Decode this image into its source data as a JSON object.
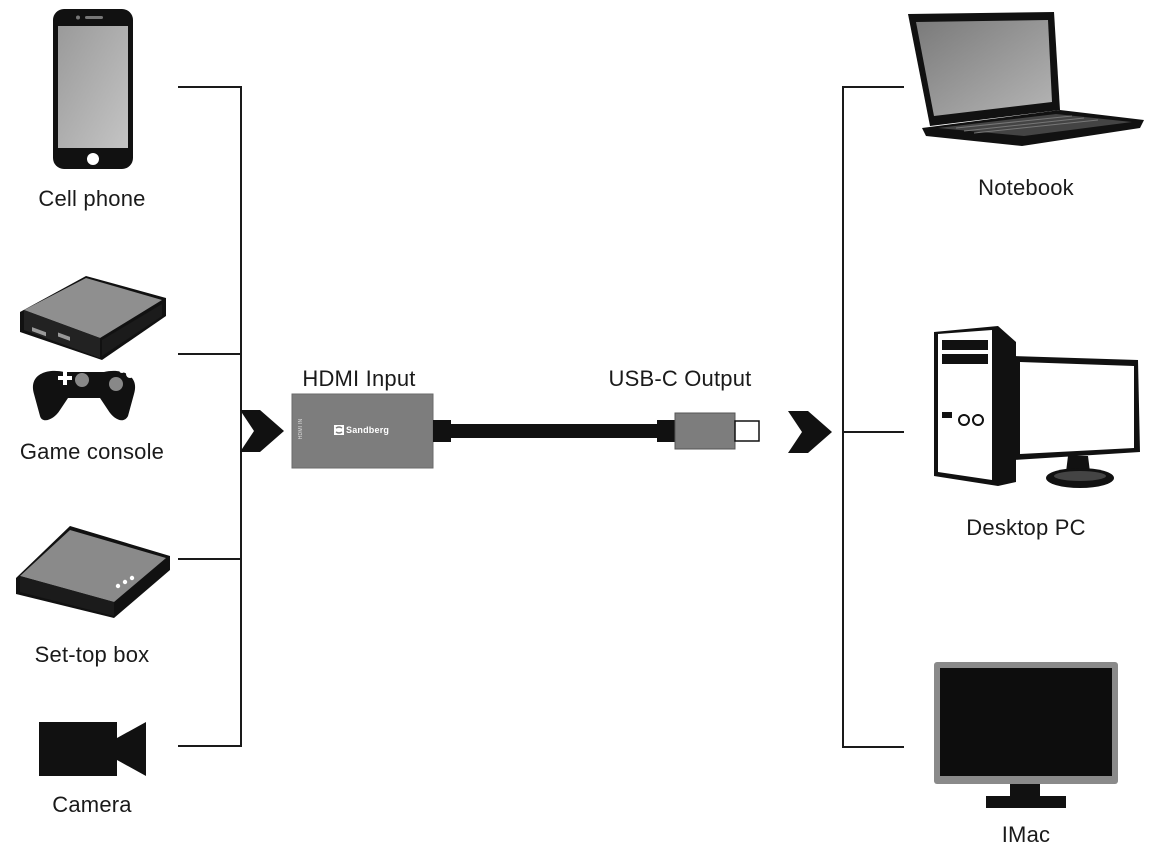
{
  "sources": [
    {
      "label": "Cell phone",
      "icon": "cell-phone-icon"
    },
    {
      "label": "Game console",
      "icon": "game-console-icon"
    },
    {
      "label": "Set-top box",
      "icon": "set-top-box-icon"
    },
    {
      "label": "Camera",
      "icon": "camera-icon"
    }
  ],
  "adapter": {
    "input_label": "HDMI Input",
    "output_label": "USB-C Output",
    "brand": "Sandberg",
    "port_text": "HDMI IN"
  },
  "targets": [
    {
      "label": "Notebook",
      "icon": "notebook-icon"
    },
    {
      "label": "Desktop PC",
      "icon": "desktop-pc-icon"
    },
    {
      "label": "IMac",
      "icon": "imac-icon"
    }
  ],
  "colors": {
    "line": "#1a1a1a",
    "device_gray": "#8a8a8a",
    "adapter_body": "#7d7d7d",
    "icon_dark": "#111111"
  }
}
